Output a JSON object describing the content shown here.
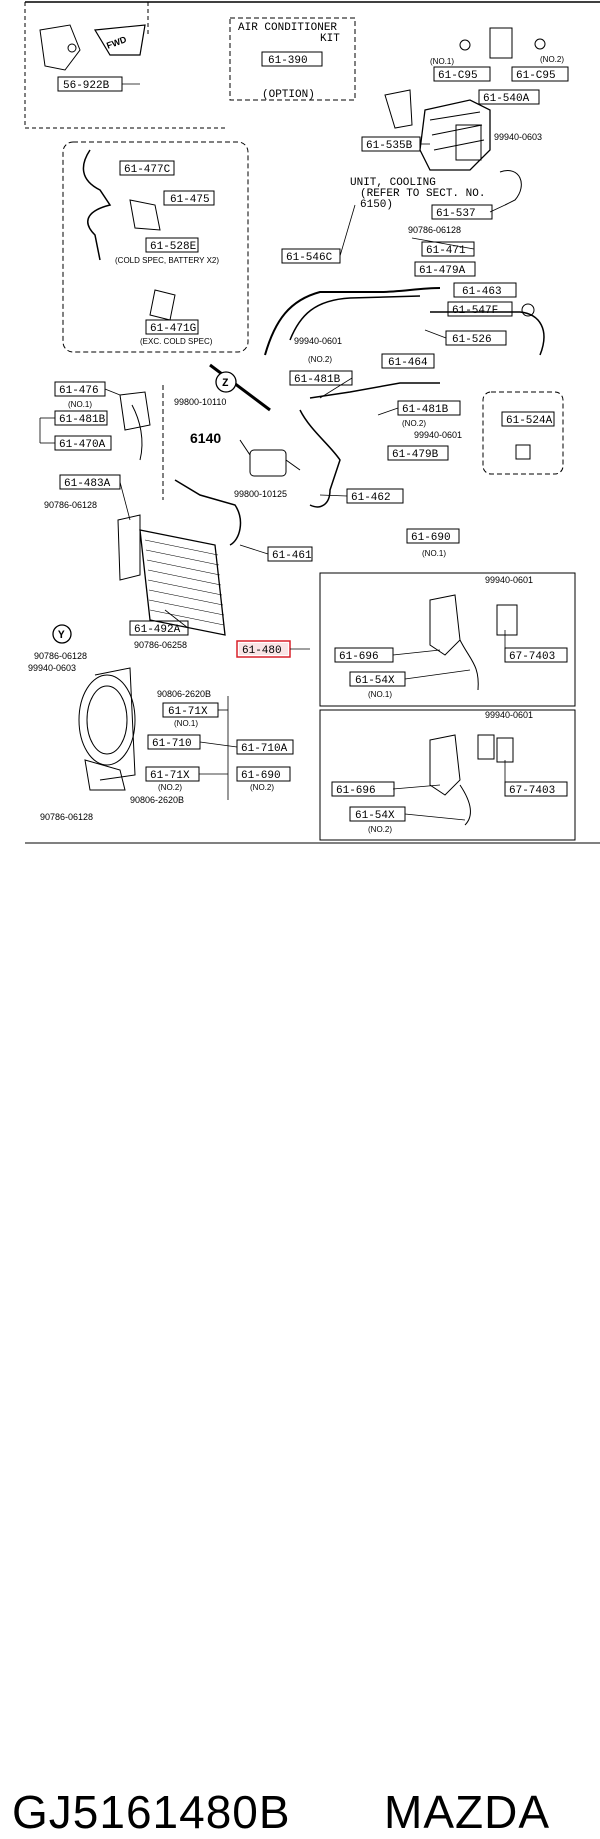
{
  "diagram": {
    "labels": {
      "l56922b": "56-922B",
      "fwd": "FWD",
      "ac_kit_title_1": "AIR CONDITIONER",
      "ac_kit_title_2": "KIT",
      "l61390": "61-390",
      "option": "(OPTION)",
      "l61c95_1": "61-C95",
      "l61c95_2": "61-C95",
      "no1_top": "(NO.1)",
      "no2_top": "(NO.2)",
      "l61540a": "61-540A",
      "l61535b": "61-535B",
      "n99940_0603_a": "99940-0603",
      "unit_cooling_1": "UNIT, COOLING",
      "unit_cooling_2": "(REFER TO SECT. NO.",
      "unit_cooling_3": "6150)",
      "l61537": "61-537",
      "n90786_06128_a": "90786-06128",
      "l61546c": "61-546C",
      "l61471": "61-471",
      "l61479a": "61-479A",
      "l61463": "61-463",
      "l61547f": "61-547F",
      "l61526": "61-526",
      "l61477c": "61-477C",
      "l61475": "61-475",
      "l61528e": "61-528E",
      "cold_spec_battery": "(COLD SPEC, BATTERY X2)",
      "l61471g": "61-471G",
      "exc_cold_spec": "(EXC. COLD SPEC)",
      "n99940_0601_a": "99940-0601",
      "no2_mid": "(NO.2)",
      "l61464": "61-464",
      "z_marker": "Z",
      "l61481b_a": "61-481B",
      "l61476": "61-476",
      "no1_left": "(NO.1)",
      "l61481b_left": "61-481B",
      "l61470a": "61-470A",
      "n99800_10110": "99800-10110",
      "l61481b_b": "61-481B",
      "no2_right": "(NO.2)",
      "n99940_0601_b": "99940-0601",
      "l61479b": "61-479B",
      "l61524a": "61-524A",
      "s6140": "6140",
      "n99800_10125": "99800-10125",
      "l61462": "61-462",
      "l61483a": "61-483A",
      "n90786_06128_b": "90786-06128",
      "l61461": "61-461",
      "l61690_top": "61-690",
      "no1_690": "(NO.1)",
      "n99940_0601_c": "99940-0601",
      "l61696_a": "61-696",
      "l617403_a": "67-7403",
      "l6154x_a": "61-54X",
      "no1_54x": "(NO.1)",
      "y_marker": "Y",
      "l61492a": "61-492A",
      "n90786_06128_c": "90786-06128",
      "n90786_06258": "90786-06258",
      "l61480": "61-480",
      "n99940_0603_b": "99940-0603",
      "n90806_2620b_a": "90806-2620B",
      "l6171x_1": "61-71X",
      "no1_71x": "(NO.1)",
      "l61710": "61-710",
      "l61710a": "61-710A",
      "l6171x_2": "61-71X",
      "no2_71x": "(NO.2)",
      "l61690_b": "61-690",
      "no2_690": "(NO.2)",
      "n90806_2620b_b": "90806-2620B",
      "n90786_06128_d": "90786-06128",
      "n99940_0601_d": "99940-0601",
      "l61696_b": "61-696",
      "l617403_b": "67-7403",
      "l6154x_b": "61-54X",
      "no2_54x": "(NO.2)"
    },
    "highlight_color": "#d9202a"
  },
  "footer": {
    "part_number": "GJ5161480B",
    "brand": "MAZDA"
  }
}
